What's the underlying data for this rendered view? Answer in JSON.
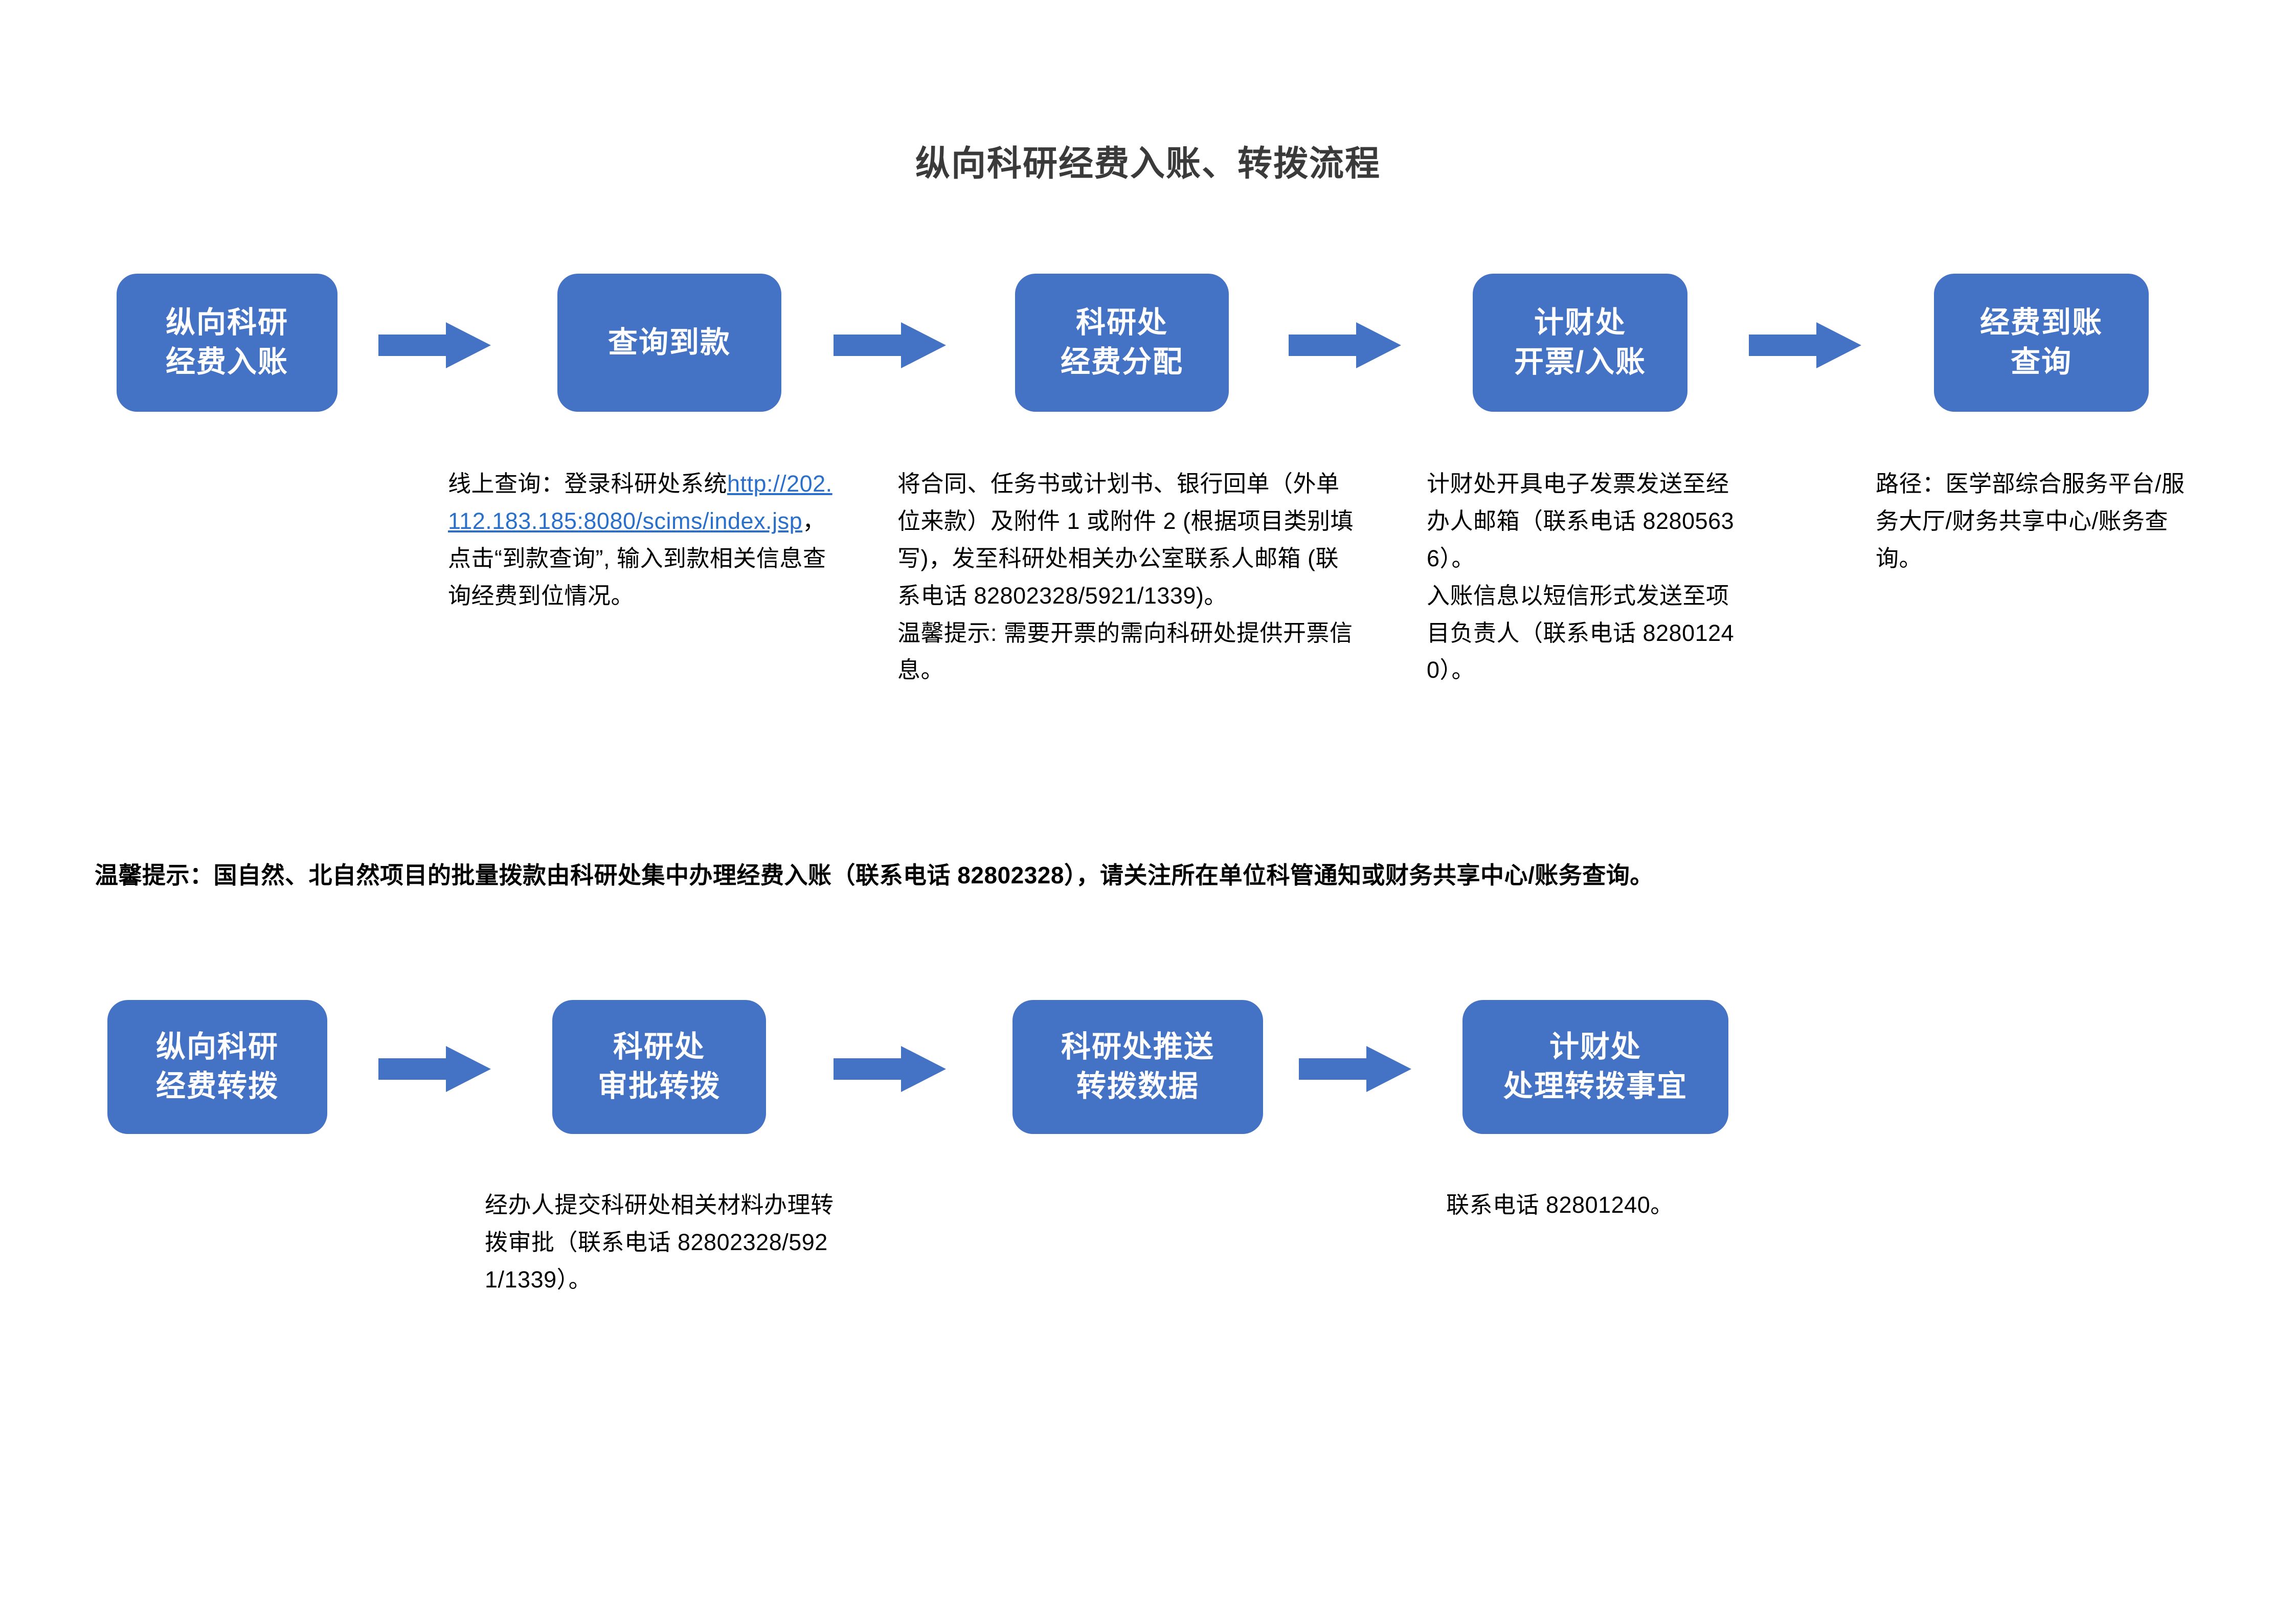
{
  "title": "纵向科研经费入账、转拨流程",
  "accent_color": "#4472C4",
  "link_color": "#2a6fc9",
  "flow_income": {
    "boxes": [
      {
        "id": "income-start",
        "line1": "纵向科研",
        "line2": "经费入账"
      },
      {
        "id": "income-query",
        "line1": "查询到款",
        "line2": ""
      },
      {
        "id": "income-allocate",
        "line1": "科研处",
        "line2": "经费分配"
      },
      {
        "id": "income-invoice",
        "line1": "计财处",
        "line2": "开票/入账"
      },
      {
        "id": "income-arrival",
        "line1": "经费到账",
        "line2": "查询"
      }
    ],
    "arrow_count": 4,
    "captions": [
      {
        "id": "caption-query",
        "pre": "线上查询：登录科研处系统",
        "link": "http://202.112.183.185:8080/scims/index.jsp",
        "post": "，点击“到款查询”, 输入到款相关信息查询经费到位情况。"
      },
      {
        "id": "caption-allocate",
        "text": "将合同、任务书或计划书、银行回单（外单位来款）及附件 1 或附件 2 (根据项目类别填写)，发至科研处相关办公室联系人邮箱 (联系电话 82802328/5921/1339)。\n温馨提示: 需要开票的需向科研处提供开票信息。"
      },
      {
        "id": "caption-invoice",
        "text": "计财处开具电子发票发送至经办人邮箱（联系电话 82805636）。\n入账信息以短信形式发送至项目负责人（联系电话 82801240）。"
      },
      {
        "id": "caption-arrival",
        "text": "路径：医学部综合服务平台/服务大厅/财务共享中心/账务查询。"
      }
    ]
  },
  "notice": "温馨提示：国自然、北自然项目的批量拨款由科研处集中办理经费入账（联系电话 82802328），请关注所在单位科管通知或财务共享中心/账务查询。",
  "flow_transfer": {
    "boxes": [
      {
        "id": "transfer-start",
        "line1": "纵向科研",
        "line2": "经费转拨"
      },
      {
        "id": "transfer-approve",
        "line1": "科研处",
        "line2": "审批转拨"
      },
      {
        "id": "transfer-push",
        "line1": "科研处推送",
        "line2": "转拨数据"
      },
      {
        "id": "transfer-handle",
        "line1": "计财处",
        "line2": "处理转拨事宜"
      }
    ],
    "arrow_count": 3,
    "captions": [
      {
        "id": "caption-approve",
        "text": "经办人提交科研处相关材料办理转拨审批（联系电话 82802328/5921/1339）。"
      },
      {
        "id": "caption-handle",
        "text": "联系电话 82801240。"
      }
    ]
  }
}
